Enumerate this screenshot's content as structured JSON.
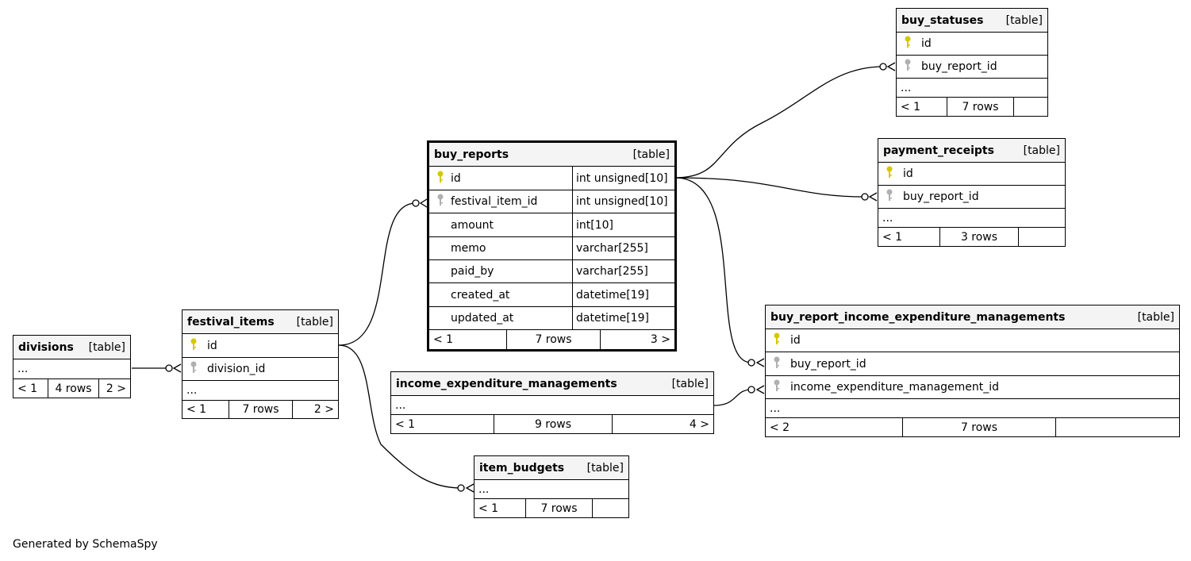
{
  "footer": "Generated by SchemaSpy",
  "colors": {
    "pk_key": "#d4c800",
    "fk_key": "#b0b0b0",
    "header_bg": "#f4f4f4"
  },
  "tables": {
    "divisions": {
      "name": "divisions",
      "kind": "[table]",
      "more": "...",
      "foot": {
        "parents": "< 1",
        "rows": "4 rows",
        "children": "2 >"
      }
    },
    "festival_items": {
      "name": "festival_items",
      "kind": "[table]",
      "columns": [
        {
          "name": "id",
          "key": "pk"
        },
        {
          "name": "division_id",
          "key": "fk"
        }
      ],
      "more": "...",
      "foot": {
        "parents": "< 1",
        "rows": "7 rows",
        "children": "2 >"
      }
    },
    "buy_reports": {
      "name": "buy_reports",
      "kind": "[table]",
      "columns": [
        {
          "name": "id",
          "type": "int unsigned[10]",
          "key": "pk"
        },
        {
          "name": "festival_item_id",
          "type": "int unsigned[10]",
          "key": "fk"
        },
        {
          "name": "amount",
          "type": "int[10]",
          "key": ""
        },
        {
          "name": "memo",
          "type": "varchar[255]",
          "key": ""
        },
        {
          "name": "paid_by",
          "type": "varchar[255]",
          "key": ""
        },
        {
          "name": "created_at",
          "type": "datetime[19]",
          "key": ""
        },
        {
          "name": "updated_at",
          "type": "datetime[19]",
          "key": ""
        }
      ],
      "foot": {
        "parents": "< 1",
        "rows": "7 rows",
        "children": "3 >"
      }
    },
    "income_expenditure_managements": {
      "name": "income_expenditure_managements",
      "kind": "[table]",
      "more": "...",
      "foot": {
        "parents": "< 1",
        "rows": "9 rows",
        "children": "4 >"
      }
    },
    "item_budgets": {
      "name": "item_budgets",
      "kind": "[table]",
      "more": "...",
      "foot": {
        "parents": "< 1",
        "rows": "7 rows",
        "children": ""
      }
    },
    "buy_statuses": {
      "name": "buy_statuses",
      "kind": "[table]",
      "columns": [
        {
          "name": "id",
          "key": "pk"
        },
        {
          "name": "buy_report_id",
          "key": "fk"
        }
      ],
      "more": "...",
      "foot": {
        "parents": "< 1",
        "rows": "7 rows",
        "children": ""
      }
    },
    "payment_receipts": {
      "name": "payment_receipts",
      "kind": "[table]",
      "columns": [
        {
          "name": "id",
          "key": "pk"
        },
        {
          "name": "buy_report_id",
          "key": "fk"
        }
      ],
      "more": "...",
      "foot": {
        "parents": "< 1",
        "rows": "3 rows",
        "children": ""
      }
    },
    "buy_report_income_expenditure_managements": {
      "name": "buy_report_income_expenditure_managements",
      "kind": "[table]",
      "columns": [
        {
          "name": "id",
          "key": "pk"
        },
        {
          "name": "buy_report_id",
          "key": "fk"
        },
        {
          "name": "income_expenditure_management_id",
          "key": "fk"
        }
      ],
      "more": "...",
      "foot": {
        "parents": "< 2",
        "rows": "7 rows",
        "children": ""
      }
    }
  }
}
